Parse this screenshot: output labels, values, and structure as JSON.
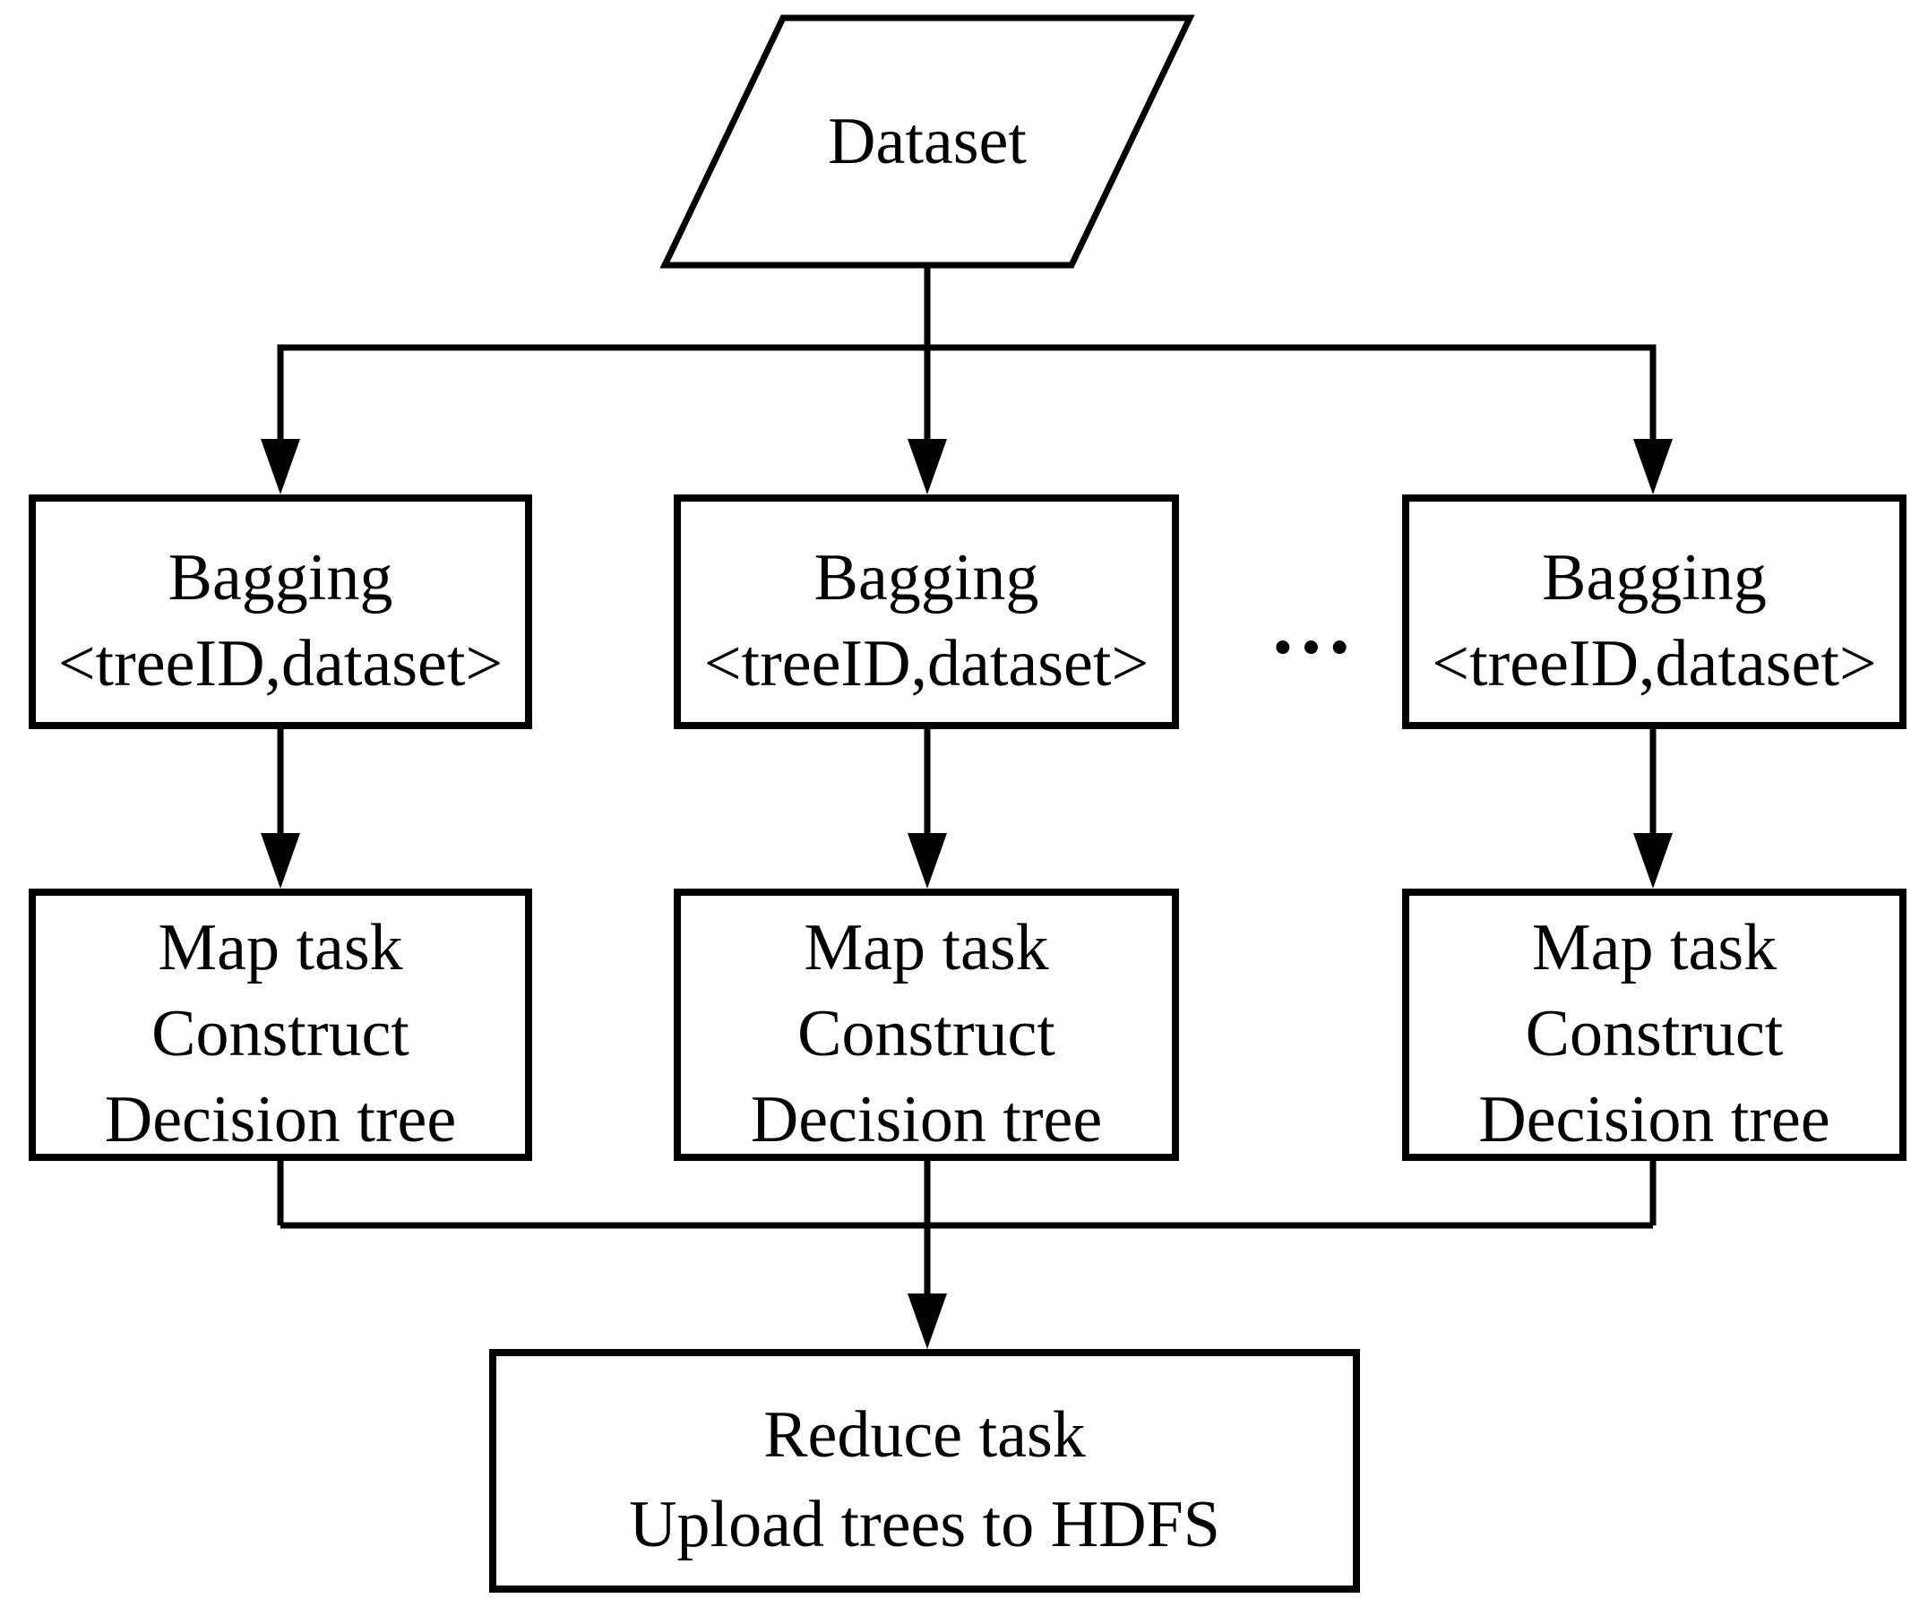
{
  "figure": {
    "type": "flowchart",
    "background_color": "#ffffff",
    "line_color": "#000000",
    "text_color": "#000000"
  },
  "nodes": {
    "dataset": {
      "shape": "parallelogram",
      "label": "Dataset"
    },
    "bagging": {
      "shape": "rectangle",
      "count": 3,
      "line1": "Bagging",
      "line2": "<treeID,dataset>"
    },
    "ellipsis": "···",
    "map_task": {
      "shape": "rectangle",
      "count": 3,
      "line1": "Map task",
      "line2": "Construct",
      "line3": "Decision tree"
    },
    "reduce_task": {
      "shape": "rectangle",
      "line1": "Reduce task",
      "line2": "Upload trees to HDFS"
    }
  },
  "edges": [
    {
      "from": "dataset",
      "to": "bagging-1"
    },
    {
      "from": "dataset",
      "to": "bagging-2"
    },
    {
      "from": "dataset",
      "to": "bagging-3"
    },
    {
      "from": "bagging-1",
      "to": "map-task-1"
    },
    {
      "from": "bagging-2",
      "to": "map-task-2"
    },
    {
      "from": "bagging-3",
      "to": "map-task-3"
    },
    {
      "from": "map-task-1",
      "to": "reduce-task"
    },
    {
      "from": "map-task-2",
      "to": "reduce-task"
    },
    {
      "from": "map-task-3",
      "to": "reduce-task"
    }
  ]
}
